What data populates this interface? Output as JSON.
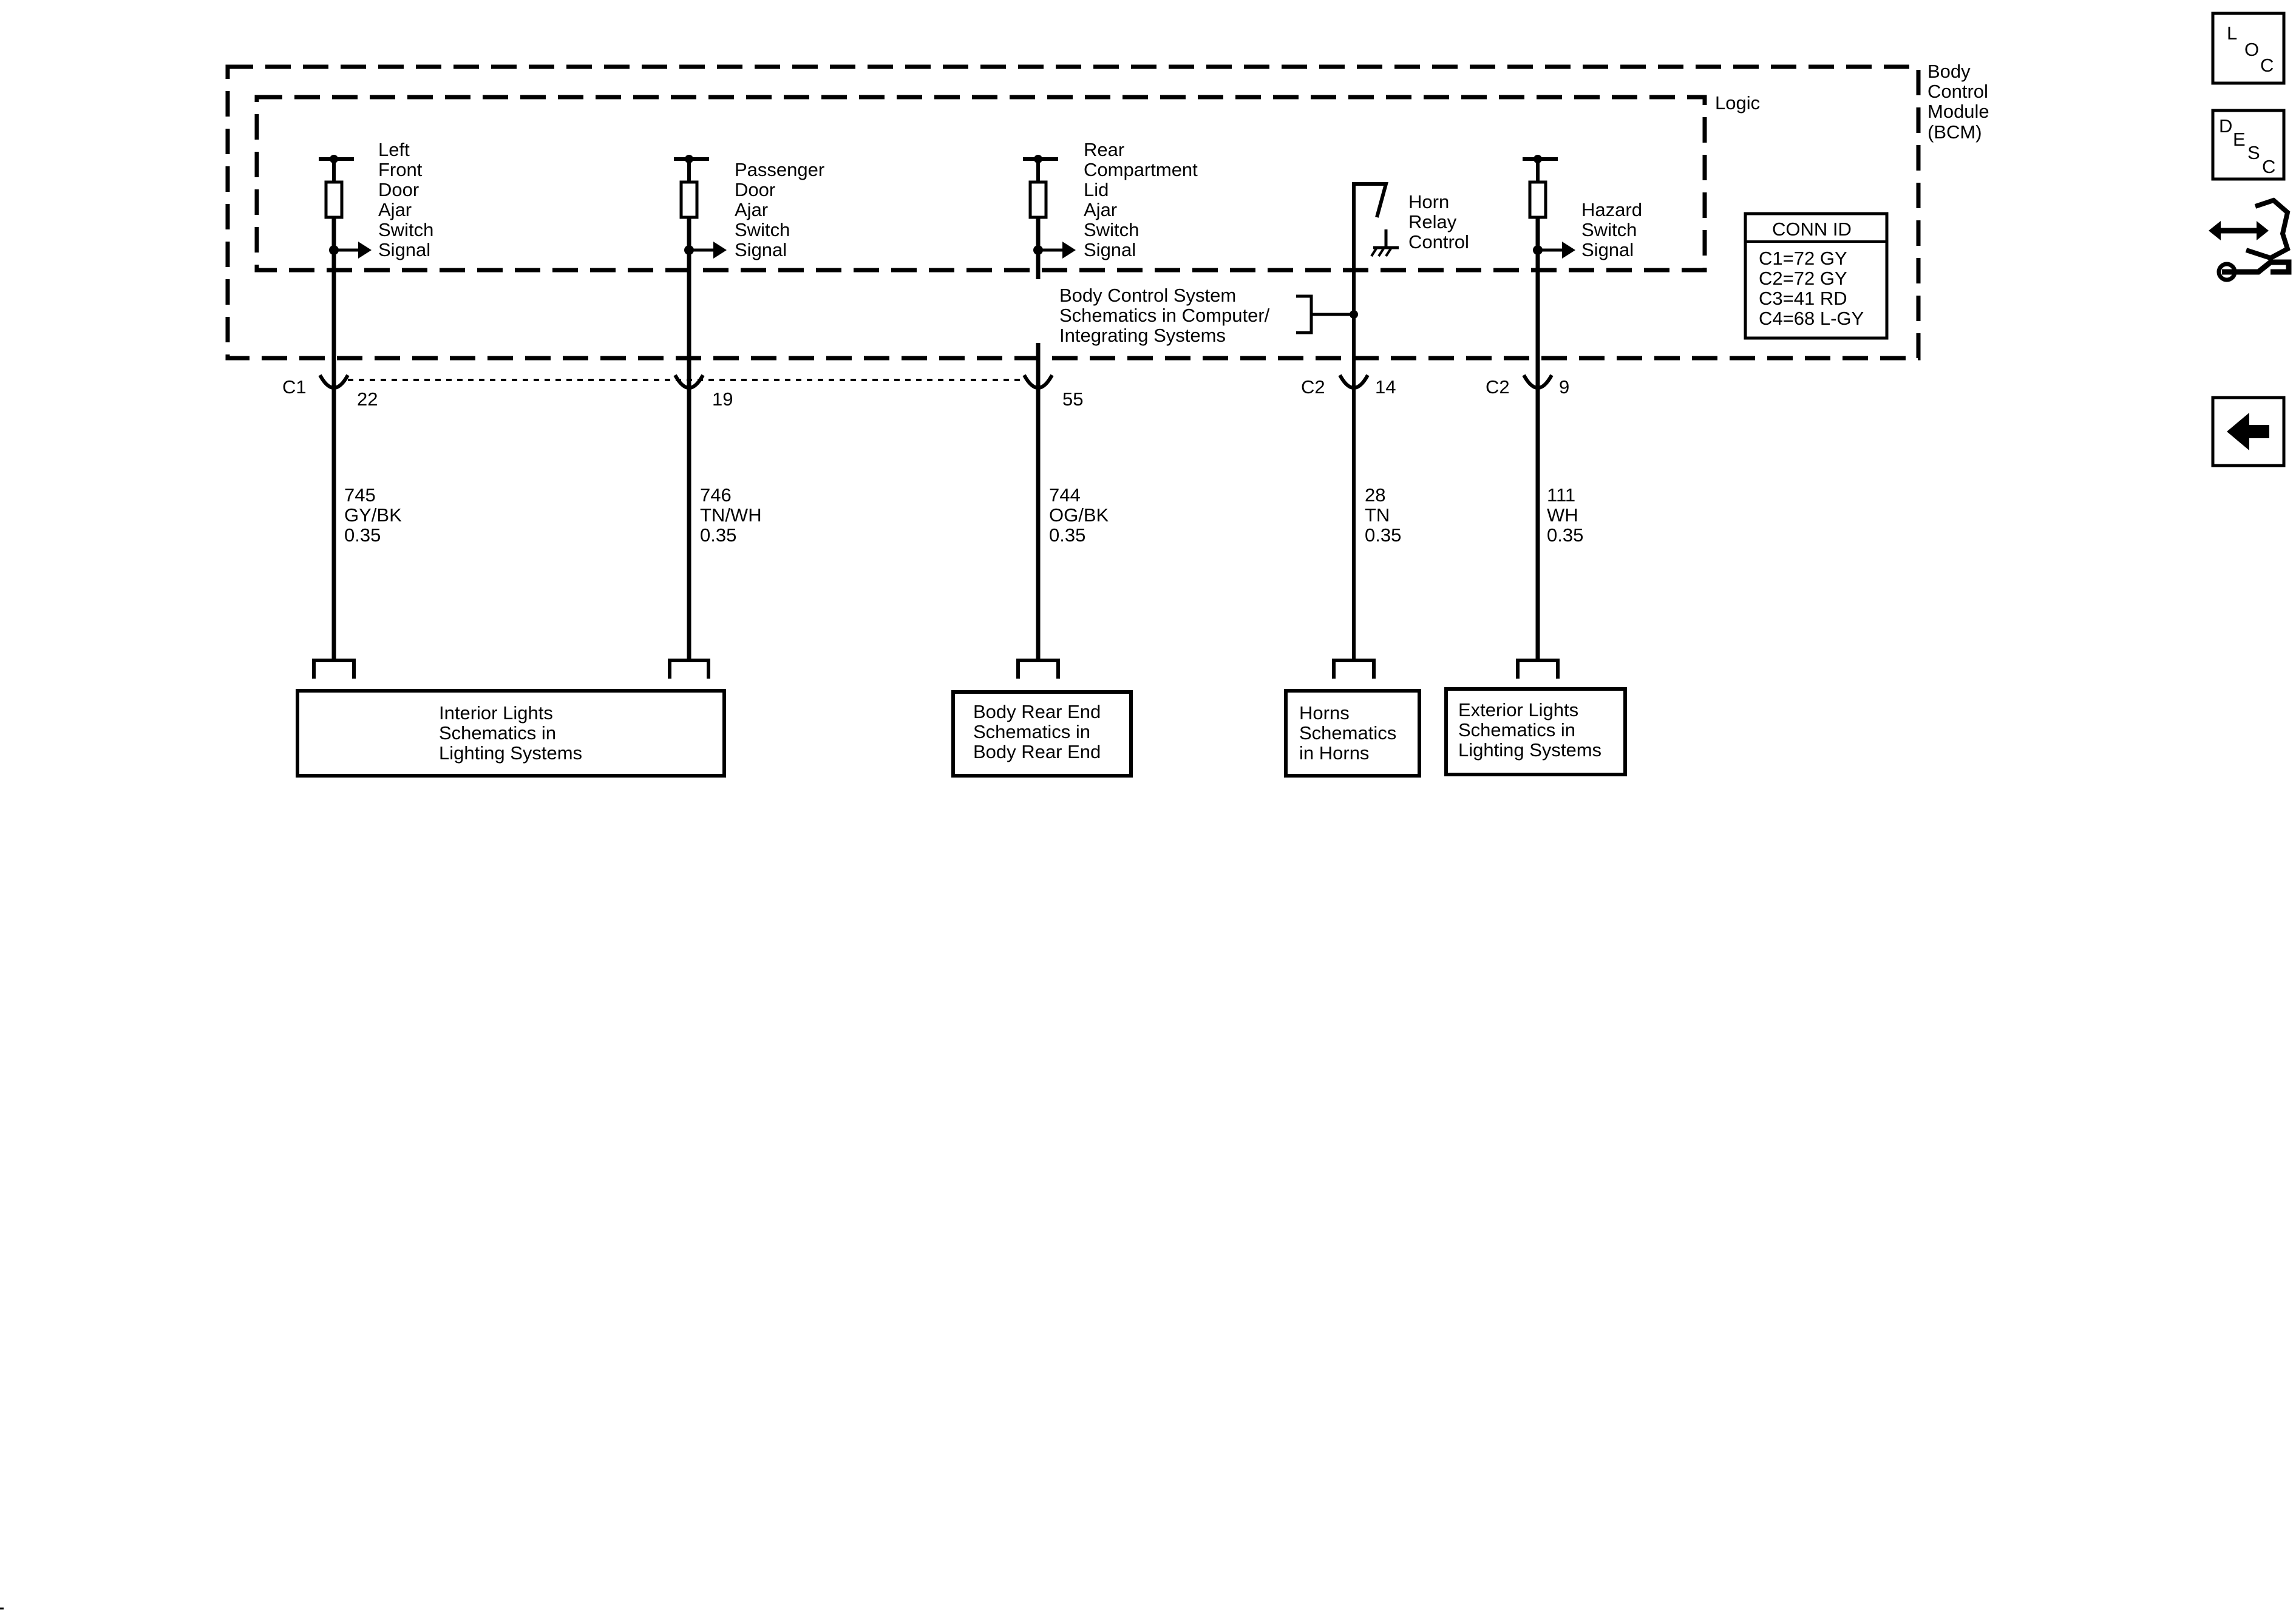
{
  "module": {
    "name_lines": [
      "Body",
      "Control",
      "Module",
      "(BCM)"
    ],
    "logic_label": "Logic"
  },
  "conn_id": {
    "title": "CONN ID",
    "rows": [
      "C1=72 GY",
      "C2=72 GY",
      "C3=41 RD",
      "C4=68 L-GY"
    ]
  },
  "circuits": [
    {
      "signal_lines": [
        "Left",
        "Front",
        "Door",
        "Ajar",
        "Switch",
        "Signal"
      ],
      "connector": "C1",
      "pin": "22",
      "wire_lines": [
        "745",
        "GY/BK",
        "0.35"
      ]
    },
    {
      "signal_lines": [
        "Passenger",
        "Door",
        "Ajar",
        "Switch",
        "Signal"
      ],
      "connector": "",
      "pin": "19",
      "wire_lines": [
        "746",
        "TN/WH",
        "0.35"
      ]
    },
    {
      "signal_lines": [
        "Rear",
        "Compartment",
        "Lid",
        "Ajar",
        "Switch",
        "Signal"
      ],
      "connector": "",
      "pin": "55",
      "wire_lines": [
        "744",
        "OG/BK",
        "0.35"
      ]
    },
    {
      "signal_lines": [
        "Horn",
        "Relay",
        "Control"
      ],
      "connector": "C2",
      "pin": "14",
      "wire_lines": [
        "28",
        "TN",
        "0.35"
      ]
    },
    {
      "signal_lines": [
        "Hazard",
        "Switch",
        "Signal"
      ],
      "connector": "C2",
      "pin": "9",
      "wire_lines": [
        "111",
        "WH",
        "0.35"
      ]
    }
  ],
  "bcs_reference_lines": [
    "Body Control System",
    "Schematics in Computer/",
    "Integrating Systems"
  ],
  "destinations": [
    {
      "lines": [
        "Interior Lights",
        "Schematics in",
        "Lighting Systems"
      ]
    },
    {
      "lines": [
        "Body Rear End",
        "Schematics in",
        "Body Rear End"
      ]
    },
    {
      "lines": [
        "Horns",
        "Schematics",
        "in Horns"
      ]
    },
    {
      "lines": [
        "Exterior Lights",
        "Schematics in",
        "Lighting Systems"
      ]
    }
  ],
  "nav": {
    "loc": [
      "L",
      "O",
      "C"
    ],
    "desc": [
      "D",
      "E",
      "S",
      "C"
    ]
  }
}
